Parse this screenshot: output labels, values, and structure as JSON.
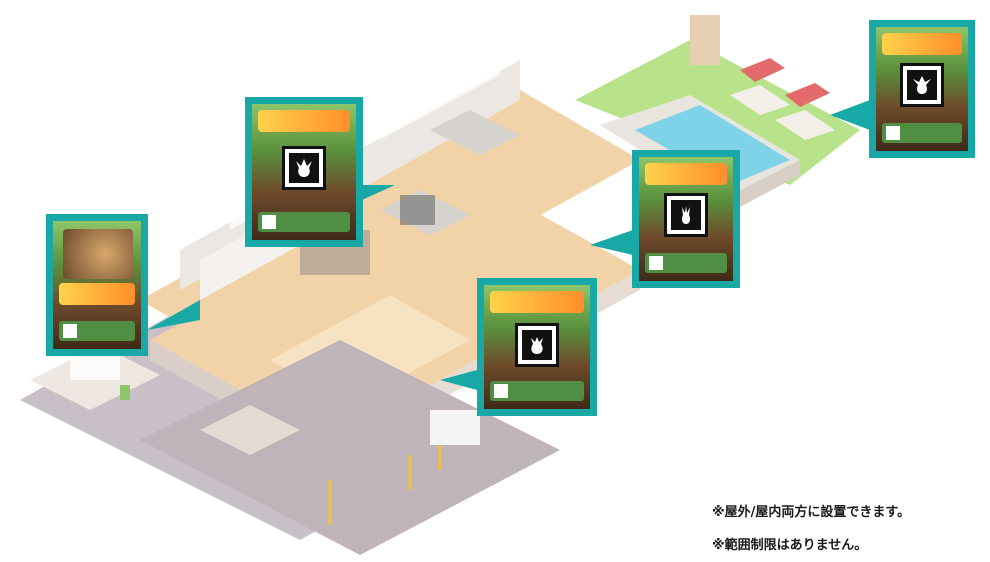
{
  "notes": {
    "line1": "※屋外/屋内両方に設置できます。",
    "line2": "※範囲制限はありません。"
  },
  "posters": [
    {
      "id": "poster-left",
      "marker": "triceratops-photo"
    },
    {
      "id": "poster-top-left",
      "marker": "footprint-icon"
    },
    {
      "id": "poster-center",
      "marker": "footprint-icon"
    },
    {
      "id": "poster-right",
      "marker": "footprint-icon"
    },
    {
      "id": "poster-top-right",
      "marker": "footprint-icon"
    }
  ],
  "colors": {
    "frame": "#18a9a6",
    "pool": "#7ed3e8",
    "lawn": "#b9e38b",
    "floor": "#f2d3a8",
    "wall": "#e9e1da"
  }
}
